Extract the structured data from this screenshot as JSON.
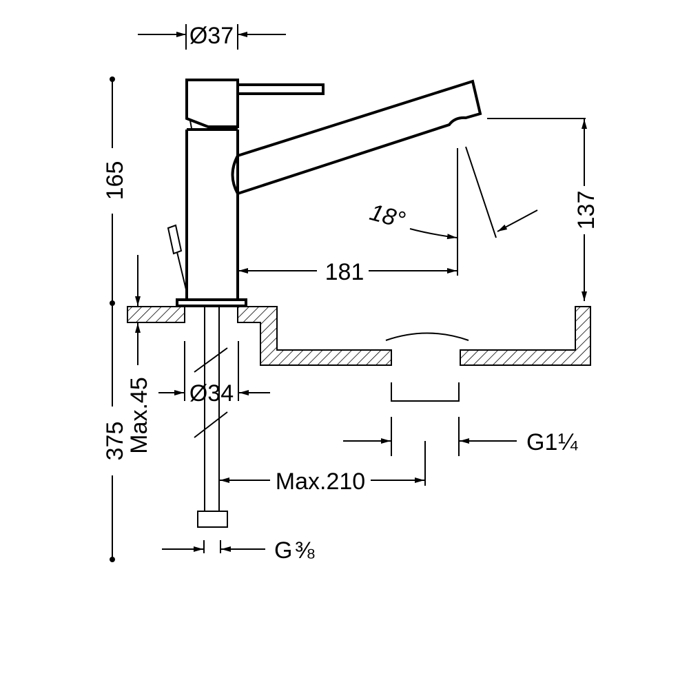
{
  "drawing": {
    "dimensions": {
      "body_diameter": "Ø37",
      "total_height": "165",
      "spout_height": "137",
      "spout_reach": "181",
      "swivel_angle": "18°",
      "max_counter_thickness": "Max.45",
      "hole_diameter": "Ø34",
      "install_depth": "375",
      "max_hose_length": "Max.210",
      "drain_thread": "G1",
      "drain_thread_fraction": "¼",
      "hose_thread": "G",
      "hose_thread_fraction": "⅜"
    },
    "colors": {
      "line": "#000000",
      "background": "#ffffff"
    }
  }
}
